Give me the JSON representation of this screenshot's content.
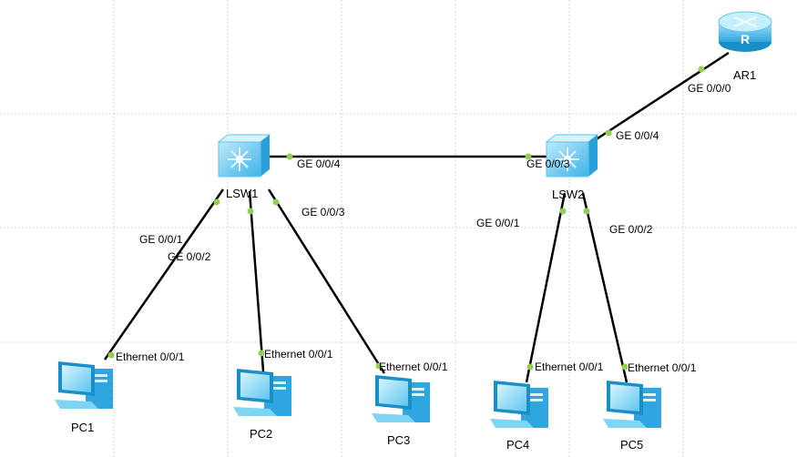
{
  "devices": {
    "ar1": {
      "name": "AR1",
      "icon": "router-icon"
    },
    "lsw1": {
      "name": "LSW1",
      "icon": "switch-icon"
    },
    "lsw2": {
      "name": "LSW2",
      "icon": "switch-icon"
    },
    "pc1": {
      "name": "PC1",
      "icon": "pc-icon"
    },
    "pc2": {
      "name": "PC2",
      "icon": "pc-icon"
    },
    "pc3": {
      "name": "PC3",
      "icon": "pc-icon"
    },
    "pc4": {
      "name": "PC4",
      "icon": "pc-icon"
    },
    "pc5": {
      "name": "PC5",
      "icon": "pc-icon"
    }
  },
  "ports": {
    "ar1_lsw2": "GE 0/0/0",
    "lsw2_ar1": "GE 0/0/4",
    "lsw1_lsw2": "GE 0/0/4",
    "lsw2_lsw1": "GE 0/0/3",
    "lsw1_pc1": "GE 0/0/1",
    "lsw1_pc2": "GE 0/0/2",
    "lsw1_pc3": "GE 0/0/3",
    "lsw2_pc4": "GE 0/0/1",
    "lsw2_pc5": "GE 0/0/2",
    "pc1_eth": "Ethernet 0/0/1",
    "pc2_eth": "Ethernet 0/0/1",
    "pc3_eth": "Ethernet 0/0/1",
    "pc4_eth": "Ethernet 0/0/1",
    "pc5_eth": "Ethernet 0/0/1"
  },
  "colors": {
    "link": "#000000",
    "port_dot": "#8fd14f",
    "grid": "#d6d6d6",
    "device_fill": "#5ec6ef",
    "device_dark": "#1a8fc7",
    "device_light": "#bfeafb"
  }
}
